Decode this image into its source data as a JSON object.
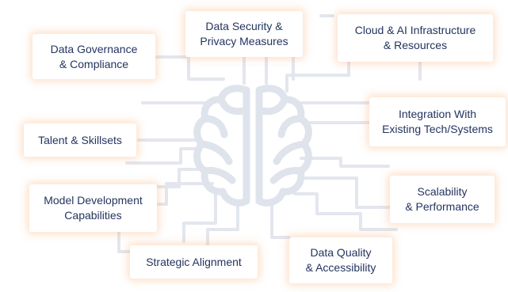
{
  "diagram": {
    "accent_color": "#f5a669",
    "line_color": "#e1e5ee",
    "text_color": "#24345f",
    "center_icon": "brain-icon",
    "cards": {
      "data_governance": "Data Governance\n& Compliance",
      "data_security": "Data Security &\nPrivacy Measures",
      "cloud_ai": "Cloud & AI Infrastructure\n& Resources",
      "integration": "Integration With\nExisting Tech/Systems",
      "talent": "Talent & Skillsets",
      "model_dev": "Model Development\nCapabilities",
      "scalability": "Scalability\n& Performance",
      "strategic": "Strategic Alignment",
      "data_quality": "Data Quality\n& Accessibility"
    }
  }
}
